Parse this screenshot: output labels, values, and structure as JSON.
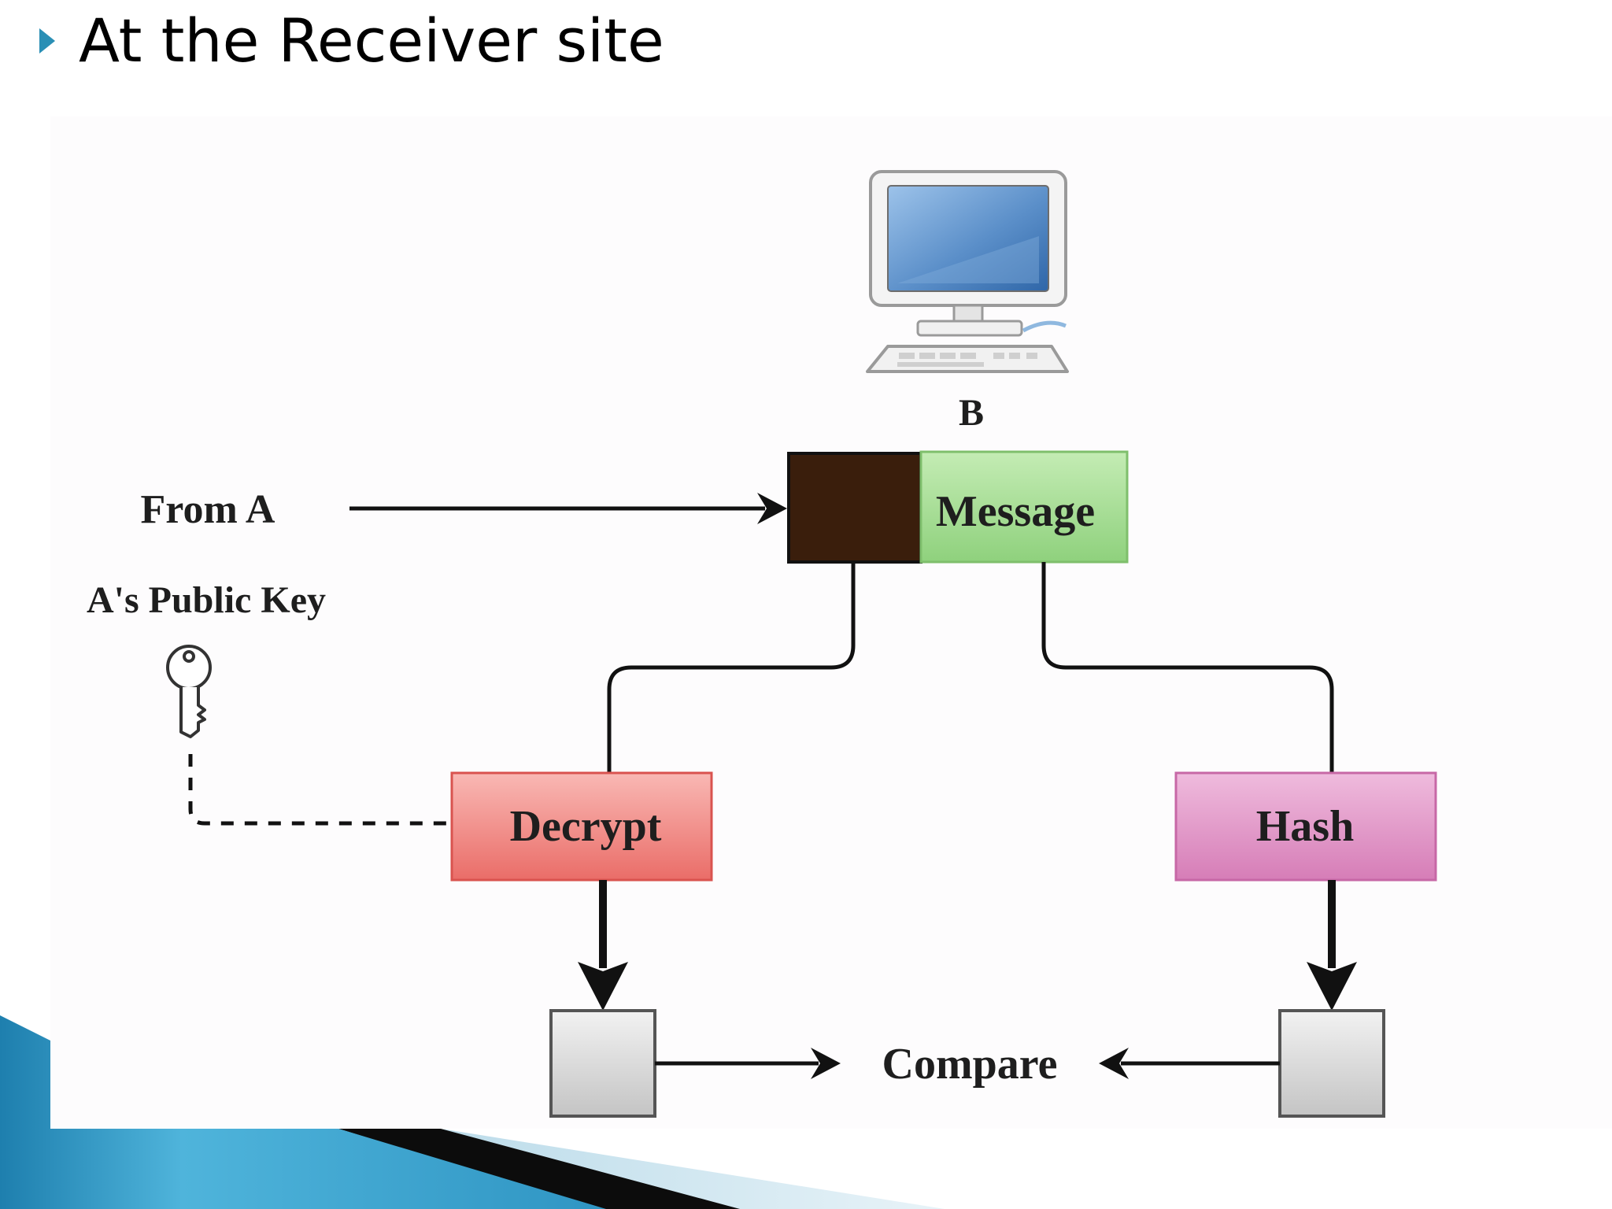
{
  "slide": {
    "heading": "At the Receiver site"
  },
  "diagram": {
    "receiver_label": "B",
    "sender_label": "From A",
    "key_label": "A's Public Key",
    "message_label": "Message",
    "decrypt_label": "Decrypt",
    "hash_label": "Hash",
    "compare_label": "Compare"
  },
  "colors": {
    "bullet": "#2a8fb5",
    "signature_block": "#3a1e0c",
    "message_box": "#9ed98a",
    "decrypt_box": "#f08a86",
    "hash_box": "#df90c4",
    "result_box": "#d2d2d2",
    "footer_blue": "#2f95c3"
  }
}
